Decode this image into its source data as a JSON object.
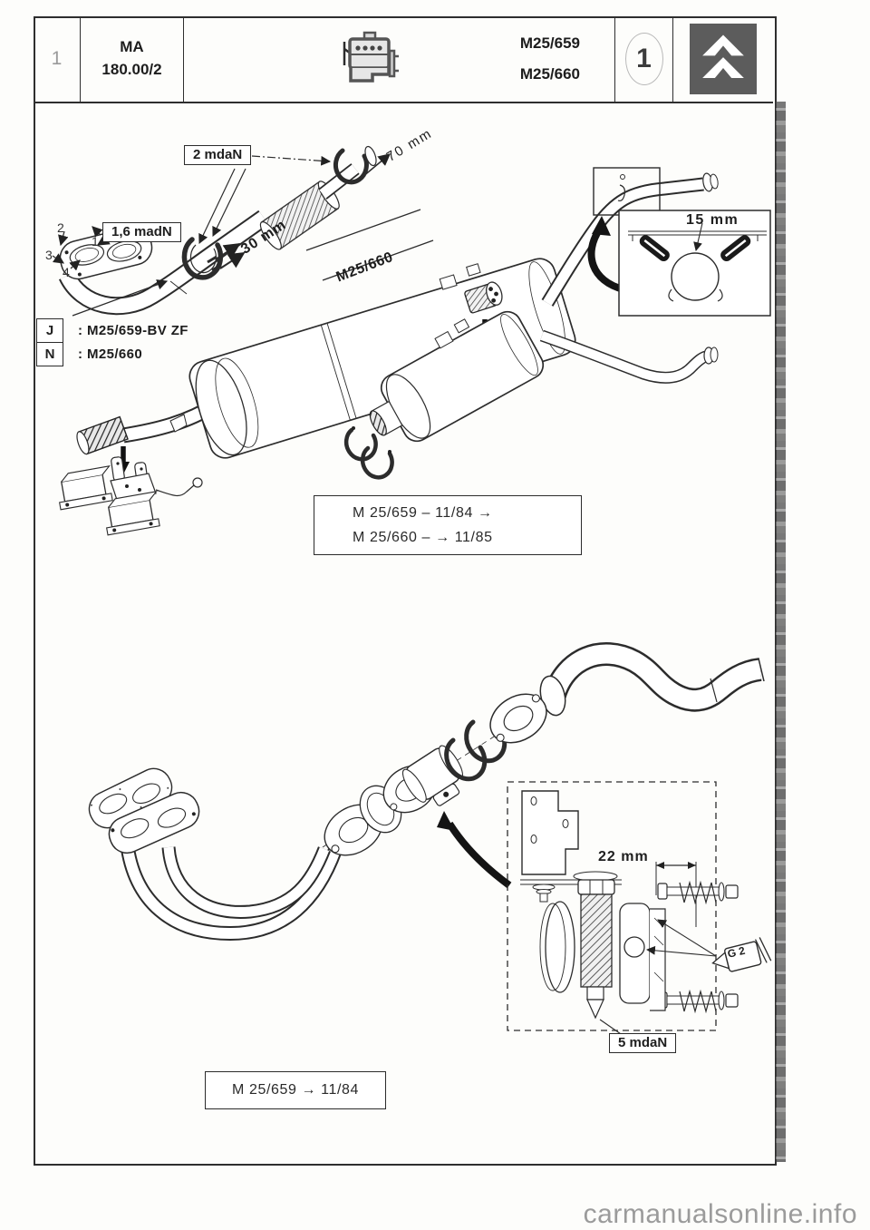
{
  "header": {
    "row_index": "1",
    "manual_code": "MA",
    "manual_ref": "180.00/2",
    "model_top": "M25/659",
    "model_bottom": "M25/660",
    "page_number": "1"
  },
  "upper": {
    "torque_clamp": "2 mdaN",
    "torque_flange": "1,6 madN",
    "dim_70": "70 mm",
    "dim_30": "30 mm",
    "pipe_variant": "M25/660",
    "dim_15": "15 mm",
    "markers": [
      "1",
      "2",
      "3",
      "4"
    ],
    "legend": [
      {
        "key": "J",
        "value": ": M25/659-BV ZF"
      },
      {
        "key": "N",
        "value": ": M25/660"
      }
    ],
    "validity_line1": "M 25/659 – 11/84 →",
    "validity_line2": "M 25/660 – → 11/85"
  },
  "lower": {
    "dim_22": "22 mm",
    "grease_ref": "G 2",
    "torque_nut": "5 mdaN",
    "validity": "M 25/659 → 11/84"
  },
  "watermark": "carmanualsonline.info"
}
